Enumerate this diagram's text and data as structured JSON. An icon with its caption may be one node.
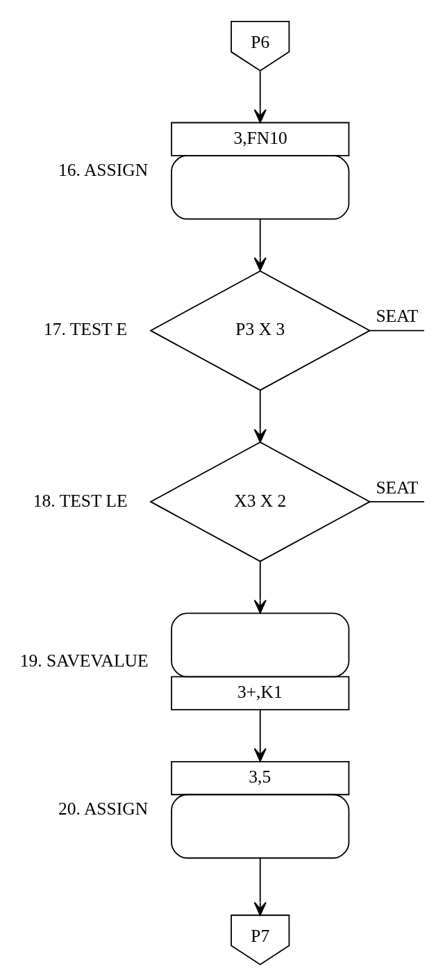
{
  "diagram": {
    "nodes": [
      {
        "text": [
          "P6"
        ]
      },
      {
        "text": [
          "3,FN10"
        ],
        "beside": [
          "16. ASSIGN"
        ]
      },
      {
        "text": [
          "P3 X 3"
        ],
        "beside": [
          "17. TEST E"
        ]
      },
      {
        "text": [
          "X3 X 2"
        ],
        "beside": [
          "18. TEST LE"
        ]
      },
      {
        "text": [
          "3+,K1"
        ],
        "beside": [
          "19. SAVEVALUE"
        ]
      },
      {
        "text": [
          "3,5"
        ],
        "beside": [
          "20. ASSIGN"
        ]
      },
      {
        "text": [
          "P7"
        ]
      }
    ],
    "edges": [
      {
        "from": 0,
        "to": 1,
        "arrow": "to"
      },
      {
        "from": 1,
        "to": 2,
        "arrow": "to"
      },
      {
        "from": 2,
        "to": 3,
        "arrow": "to"
      },
      {
        "from": 2,
        "to": null,
        "arrow": "none",
        "label": "SEAT"
      },
      {
        "from": 3,
        "to": 4,
        "arrow": "to"
      },
      {
        "from": 3,
        "to": null,
        "arrow": "none",
        "label": "SEAT"
      },
      {
        "from": 4,
        "to": 5,
        "arrow": "to"
      },
      {
        "from": 5,
        "to": 6,
        "arrow": "to"
      }
    ]
  }
}
